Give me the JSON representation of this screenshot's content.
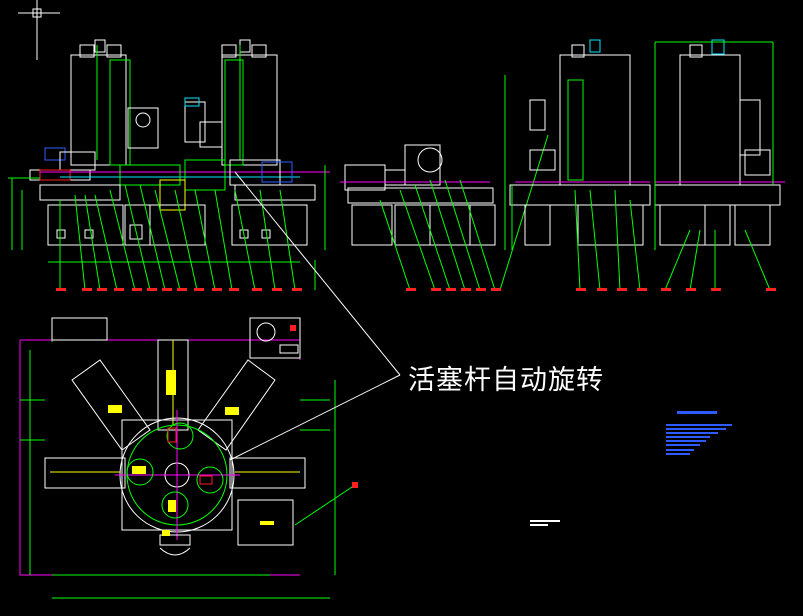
{
  "annotation": {
    "text": "活塞杆自动旋转"
  },
  "colors": {
    "background": "#000000",
    "outline_white": "#ffffff",
    "dimension_green": "#00ff00",
    "center_magenta": "#ff00ff",
    "label_yellow": "#ffff00",
    "cyan": "#00e5ff",
    "blue": "#2f5bff",
    "red": "#ff2020"
  },
  "drawing": {
    "views": [
      "front-view",
      "side-view-a",
      "side-view-b",
      "side-view-c",
      "plan-view"
    ],
    "title_block": "blue-title-block"
  }
}
